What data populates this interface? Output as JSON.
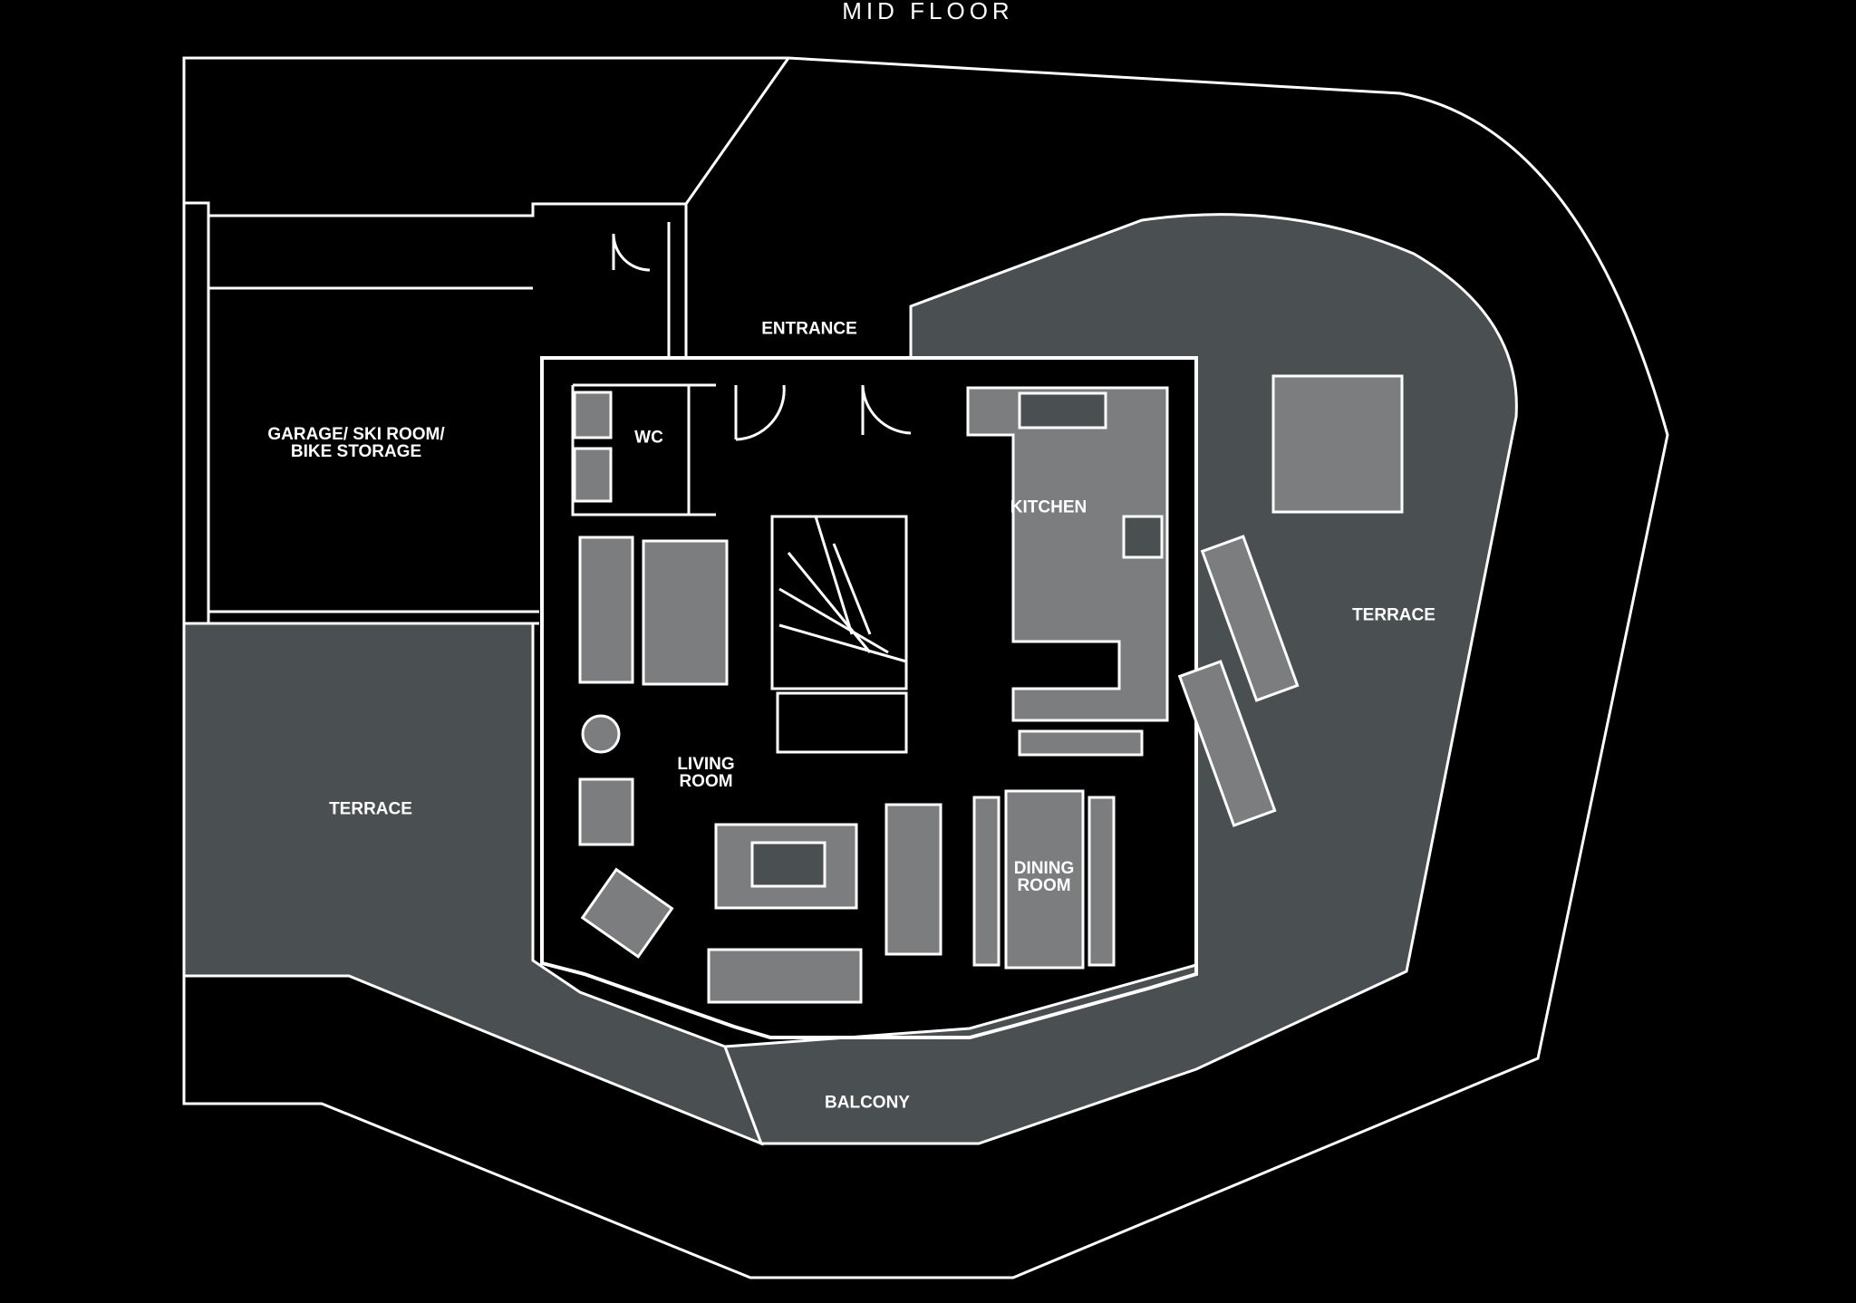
{
  "title": "MID FLOOR",
  "colors": {
    "background": "#000000",
    "wall": "#ffffff",
    "outdoor_fill": "#4a4f52",
    "furniture_fill": "#7b7d7f"
  },
  "labels": {
    "garage": "GARAGE/ SKI ROOM/\nBIKE STORAGE",
    "entrance": "ENTRANCE",
    "wc": "WC",
    "kitchen": "KITCHEN",
    "terrace_right": "TERRACE",
    "terrace_left": "TERRACE",
    "living_room": "LIVING\nROOM",
    "dining_room": "DINING\nROOM",
    "balcony": "BALCONY"
  }
}
